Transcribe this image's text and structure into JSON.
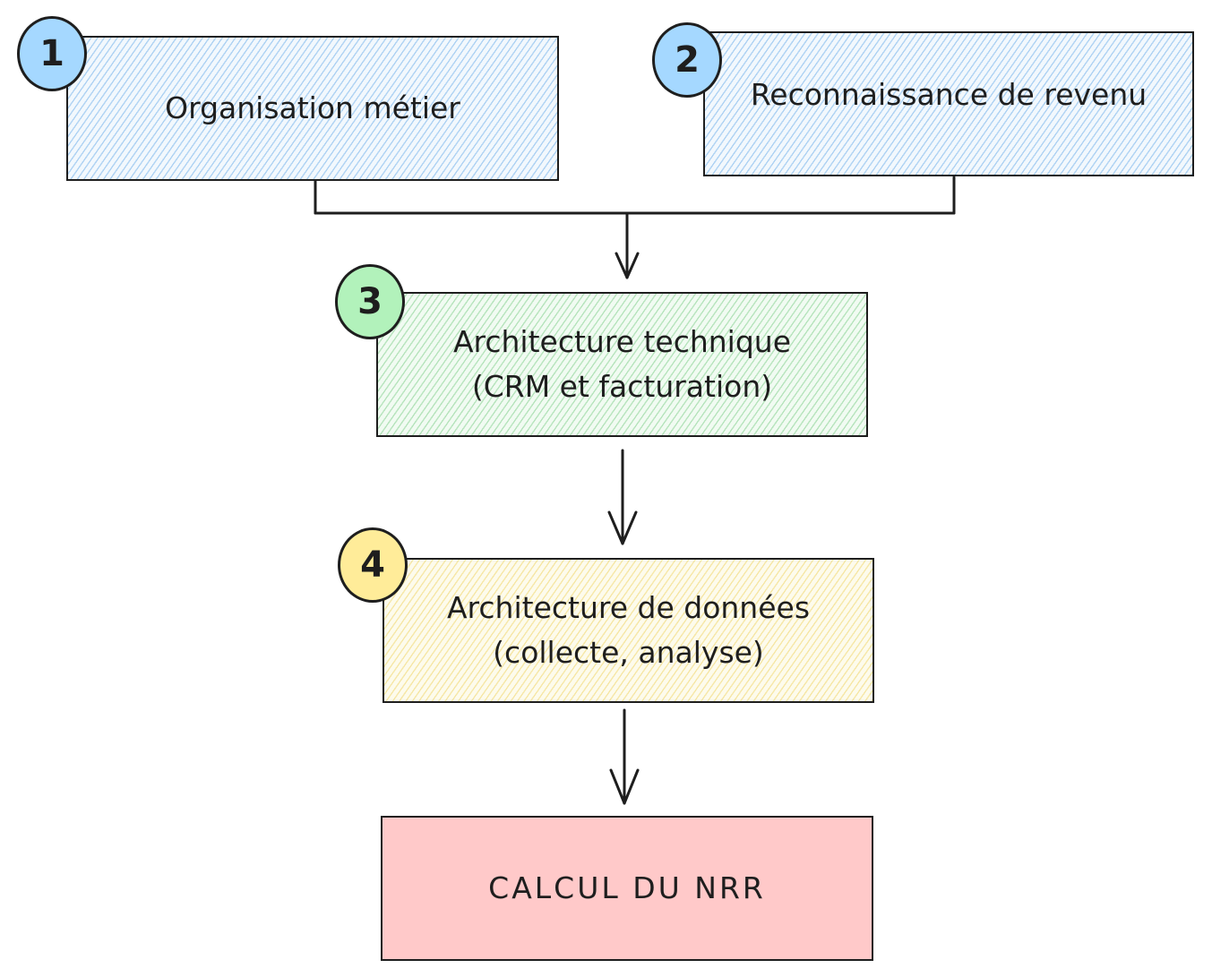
{
  "steps": [
    {
      "number": "1",
      "label_lines": [
        "Organisation métier"
      ],
      "fill": "#a5d8ff"
    },
    {
      "number": "2",
      "label_lines": [
        "Reconnaissance de revenu"
      ],
      "fill": "#a5d8ff"
    },
    {
      "number": "3",
      "label_lines": [
        "Architecture technique",
        "(CRM et facturation)"
      ],
      "fill": "#b2f2bb"
    },
    {
      "number": "4",
      "label_lines": [
        "Architecture de données",
        "(collecte, analyse)"
      ],
      "fill": "#ffec99"
    }
  ],
  "result": {
    "label": "CALCUL DU NRR",
    "fill": "#ffc9c9"
  },
  "colors": {
    "stroke": "#1e1e1e"
  }
}
